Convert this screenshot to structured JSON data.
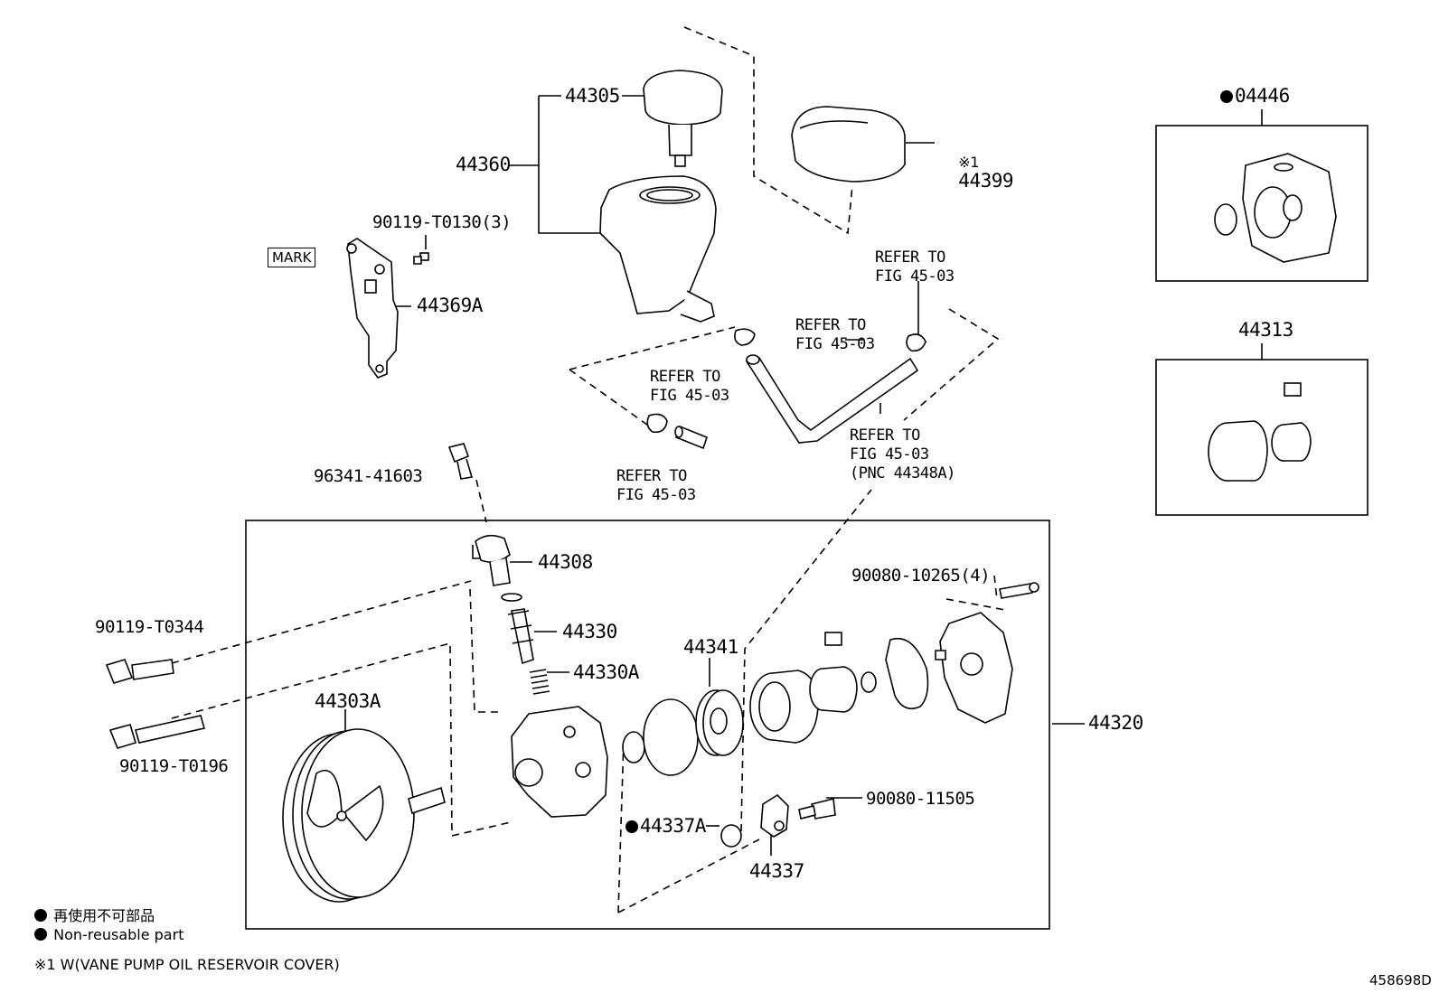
{
  "parts": {
    "p44305": "44305",
    "p44360": "44360",
    "p44399": "44399",
    "p44399_prefix": "※1",
    "p04446": "04446",
    "p44313": "44313",
    "p90119_t0130": "90119-T0130(3)",
    "mark": "MARK",
    "p44369a": "44369A",
    "p96341": "96341-41603",
    "p44308": "44308",
    "p90119_t0344": "90119-T0344",
    "p90119_t0196": "90119-T0196",
    "p44330": "44330",
    "p44330a": "44330A",
    "p44341": "44341",
    "p44303a": "44303A",
    "p90080_10265": "90080-10265(4)",
    "p44320": "44320",
    "p90080_11505": "90080-11505",
    "p44337a": "44337A",
    "p44337": "44337"
  },
  "refs": {
    "ref_top_right": [
      "REFER TO",
      "FIG 45-03"
    ],
    "ref_mid": [
      "REFER TO",
      "FIG 45-03"
    ],
    "ref_left_top": [
      "REFER TO",
      "FIG 45-03"
    ],
    "ref_left_bottom": [
      "REFER TO",
      "FIG 45-03"
    ],
    "ref_hose": [
      "REFER TO",
      "FIG 45-03",
      "(PNC 44348A)"
    ]
  },
  "legend": {
    "line1": "再使用不可部品",
    "line2": "Non-reusable part",
    "note": "※1 W(VANE PUMP OIL RESERVOIR COVER)",
    "figure_id": "458698D"
  }
}
